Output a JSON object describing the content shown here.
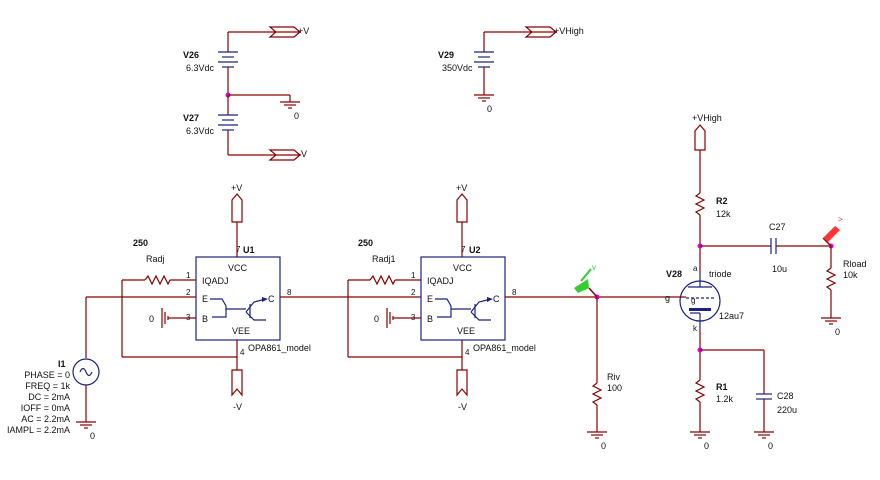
{
  "sources": {
    "v26": {
      "name": "V26",
      "value": "6.3Vdc"
    },
    "v27": {
      "name": "V27",
      "value": "6.3Vdc"
    },
    "v29": {
      "name": "V29",
      "value": "350Vdc"
    },
    "i1": {
      "name": "I1",
      "params": [
        "PHASE = 0",
        "FREQ = 1k",
        "DC = 2mA",
        "IOFF = 0mA",
        "AC = 2.2mA",
        "IAMPL = 2.2mA"
      ]
    }
  },
  "net_labels": {
    "pos_v": "+V",
    "neg_v": "-V",
    "vhigh": "+VHigh",
    "ground": "0"
  },
  "opamps": [
    {
      "ref": "U1",
      "model": "OPA861_model",
      "vcc": "VCC",
      "vee": "VEE",
      "iqadj": "IQADJ",
      "e": "E",
      "b": "B",
      "c": "C",
      "pin1": "1",
      "pin2": "2",
      "pin3": "3",
      "pin4": "4",
      "pin7": "7",
      "pin8": "8",
      "radj_name": "Radj",
      "radj_value": "250"
    },
    {
      "ref": "U2",
      "model": "OPA861_model",
      "vcc": "VCC",
      "vee": "VEE",
      "iqadj": "IQADJ",
      "e": "E",
      "b": "B",
      "c": "C",
      "pin1": "1",
      "pin2": "2",
      "pin3": "3",
      "pin4": "4",
      "pin7": "7",
      "pin8": "8",
      "radj_name": "Radj1",
      "radj_value": "250"
    }
  ],
  "resistors": {
    "riv": {
      "name": "Riv",
      "value": "100"
    },
    "r2": {
      "name": "R2",
      "value": "12k"
    },
    "r1": {
      "name": "R1",
      "value": "1.2k"
    },
    "rload": {
      "name": "Rload",
      "value": "10k"
    }
  },
  "capacitors": {
    "c27": {
      "name": "C27",
      "value": "10u"
    },
    "c28": {
      "name": "C28",
      "value": "220u"
    }
  },
  "tube": {
    "name": "V28",
    "type": "triode",
    "model": "12au7",
    "grid": "g",
    "grid_pin": "g",
    "plate_pin": "a",
    "cathode_pin": "k",
    "gate_label": "g"
  },
  "colors": {
    "wire": "#8b0000",
    "part": "#1a237e",
    "junction": "#e000e0",
    "probe_voltage": "#33cc33",
    "probe_current": "#ff3333"
  }
}
